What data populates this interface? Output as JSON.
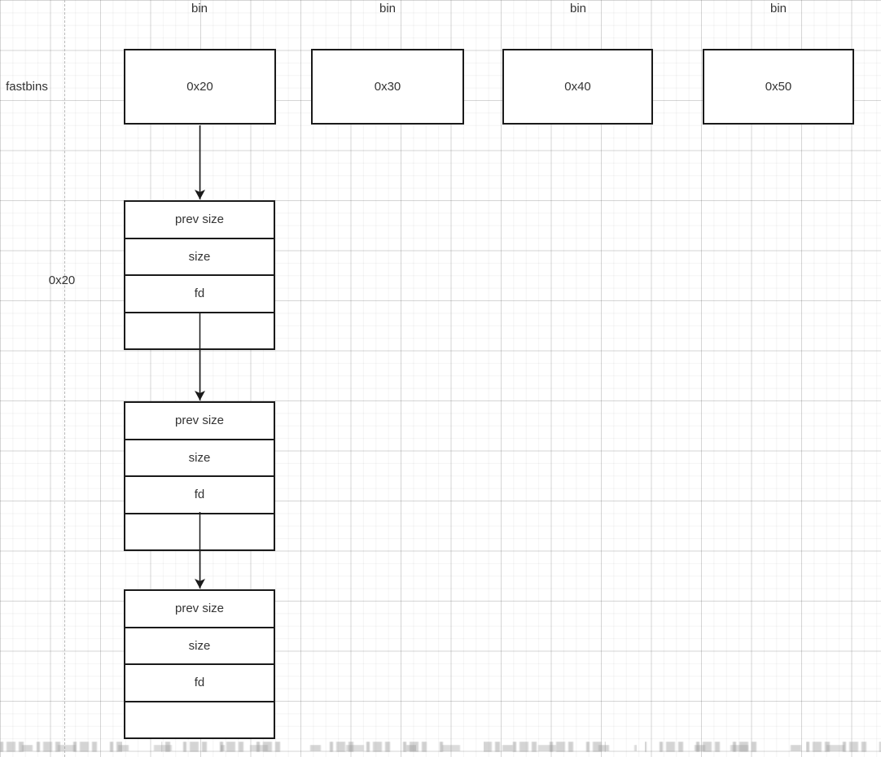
{
  "canvas": {
    "stroke_color": "#1a1a1a",
    "text_color": "#333333",
    "grid_minor_color": "#f1f1f1",
    "grid_major_color": "#e0e0e0",
    "page_guide_color": "#b8b8b8"
  },
  "labels": {
    "fastbins": "fastbins",
    "chunk_size": "0x20"
  },
  "bins": [
    {
      "header": "bin",
      "value": "0x20"
    },
    {
      "header": "bin",
      "value": "0x30"
    },
    {
      "header": "bin",
      "value": "0x40"
    },
    {
      "header": "bin",
      "value": "0x50"
    }
  ],
  "chunks": [
    {
      "rows": [
        "prev size",
        "size",
        "fd",
        ""
      ]
    },
    {
      "rows": [
        "prev size",
        "size",
        "fd",
        ""
      ]
    },
    {
      "rows": [
        "prev size",
        "size",
        "fd",
        ""
      ]
    }
  ]
}
